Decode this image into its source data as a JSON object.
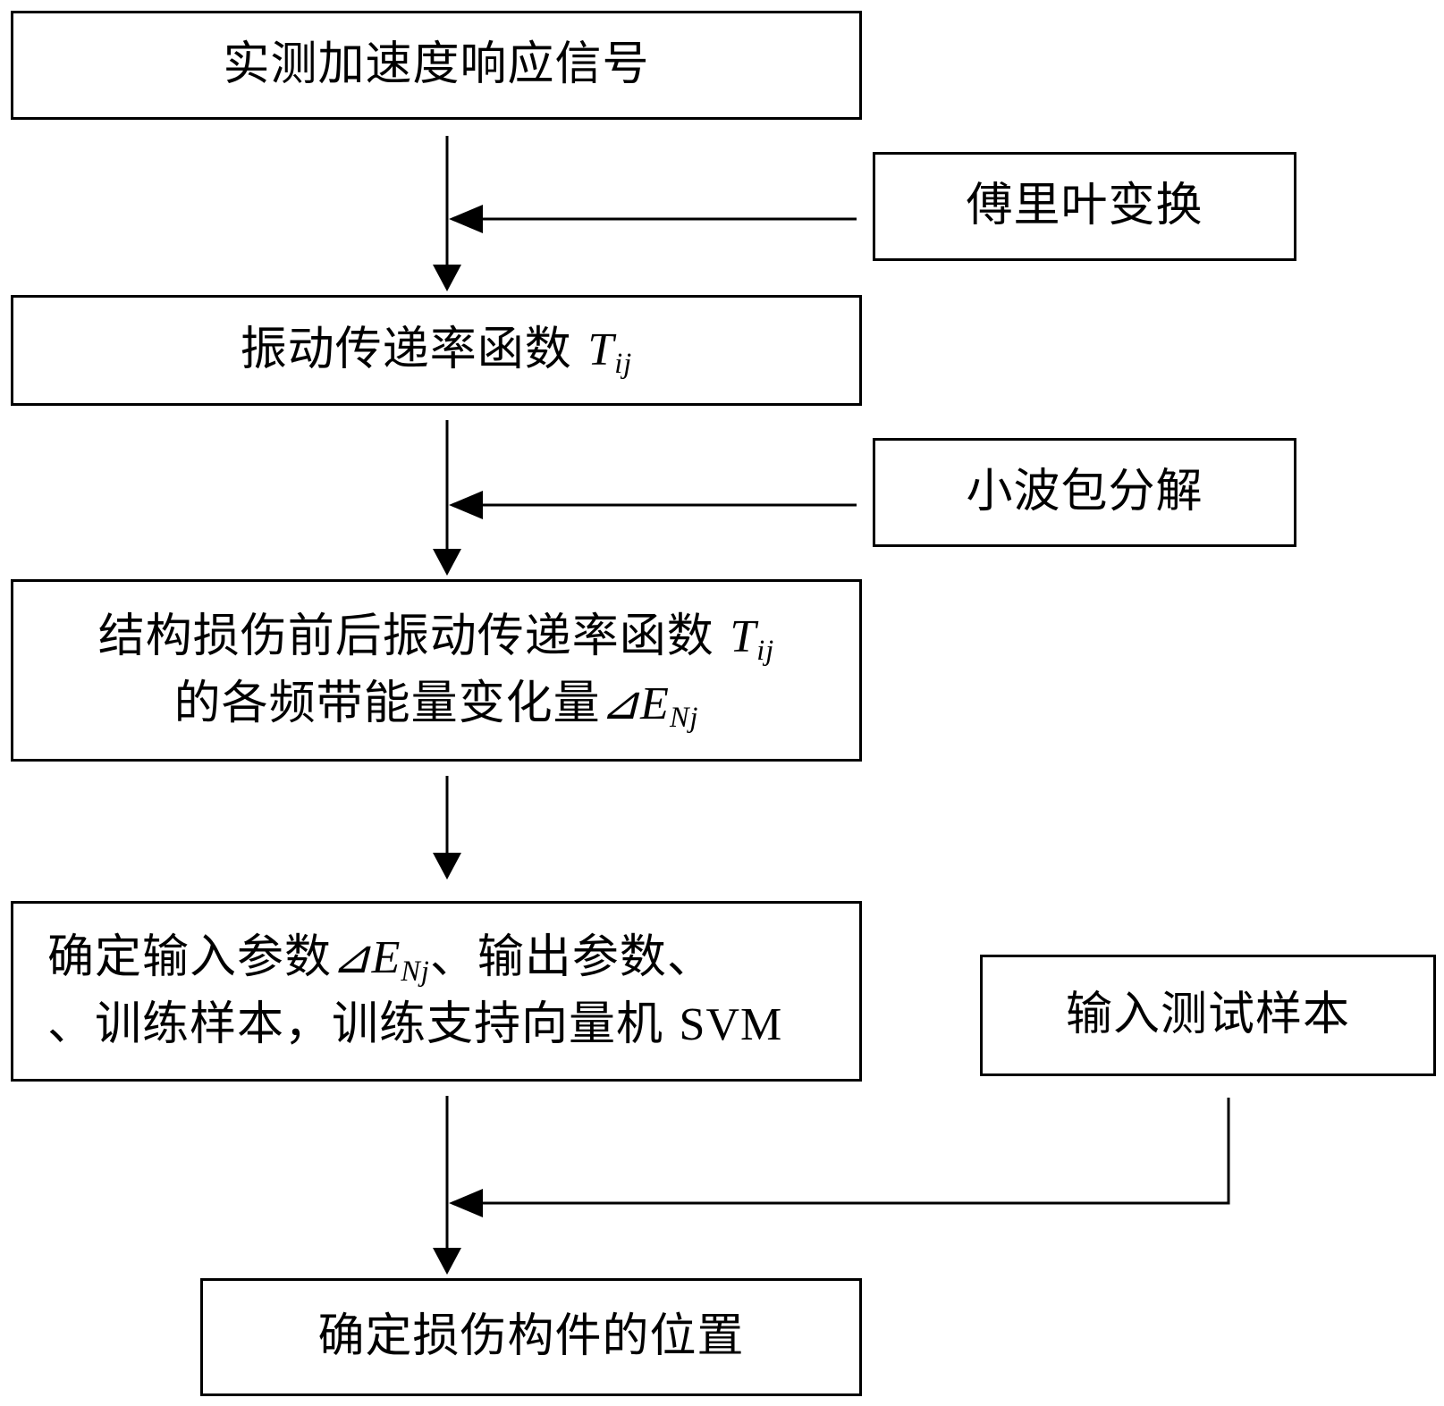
{
  "boxes": {
    "signal": "实测加速度响应信号",
    "fourier": "傅里叶变换",
    "transmissibility": {
      "text": "振动传递率函数",
      "symbol": "T",
      "subscript": "ij"
    },
    "wavelet": "小波包分解",
    "energy_change": {
      "line1_text": "结构损伤前后振动传递率函数",
      "line1_symbol": "T",
      "line1_subscript": "ij",
      "line2_text": "的各频带能量变化量",
      "line2_delta": "⊿",
      "line2_symbol": "E",
      "line2_subscript": "Nj"
    },
    "svm": {
      "line1_text_a": "确定输入参数",
      "line1_delta": "⊿",
      "line1_symbol": "E",
      "line1_subscript": "Nj",
      "line1_text_b": "、输出参数、",
      "line2_text": "、训练样本，训练支持向量机",
      "line2_latin": "SVM"
    },
    "test_samples": "输入测试样本",
    "locate": "确定损伤构件的位置"
  }
}
